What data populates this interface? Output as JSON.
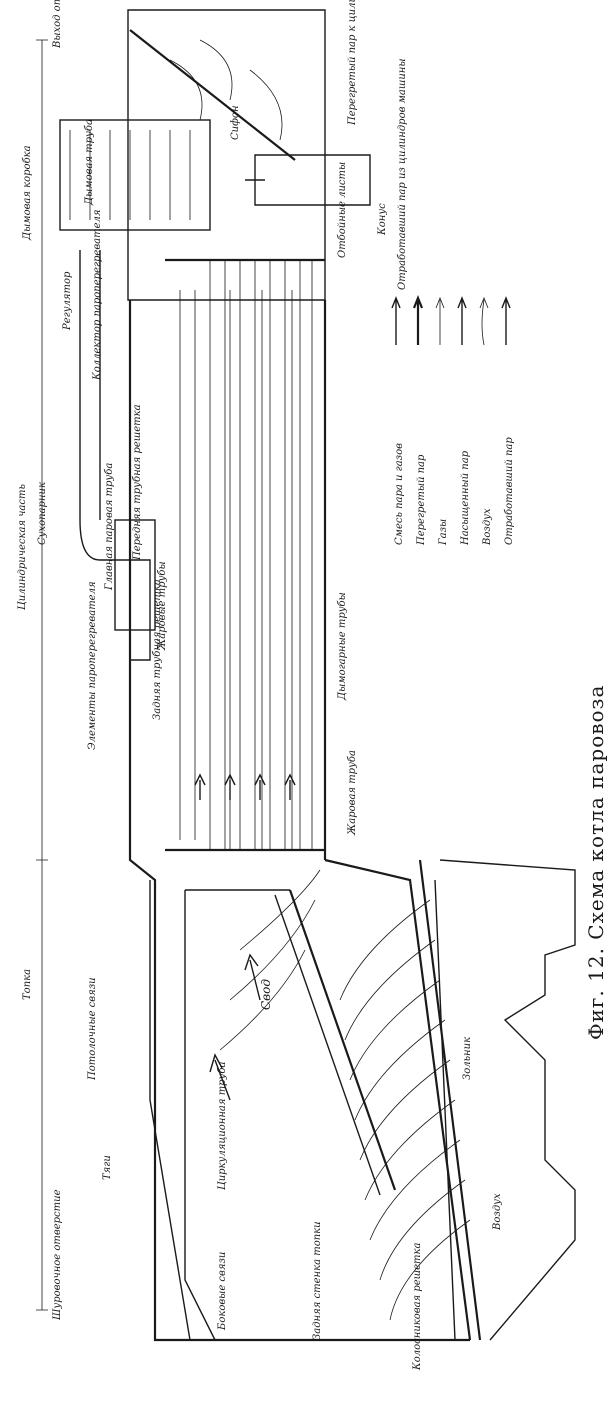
{
  "caption": "Фиг. 12. Схема котла паровоза",
  "labels": {
    "top_exhaust": "Выход отработанного пара",
    "smokebox_top": "Дымовая коробка",
    "chimney": "Дымовая труба",
    "siphon": "Сифон",
    "regulator": "Регулятор",
    "superheater_header": "Коллектор пароперегревателя",
    "to_cylinders": "Перегретый пар к цилиндрам машины",
    "deflector": "Отбойные листы",
    "cone": "Конус",
    "from_cylinders": "Отработавший пар из цилиндров машины",
    "boiler_barrel": "Цилиндрическая часть",
    "steam_dome": "Сухопарник",
    "steam_pipe": "Главная паровая труба",
    "superheater_elements": "Элементы пароперегревателя",
    "front_tube_sheet": "Передняя трубная решетка",
    "rear_tube_sheet": "Задняя трубная решетка",
    "big_tubes": "Жаровые трубы",
    "fire_tubes": "Дымогарные трубы",
    "flame_tube": "Жаровая труба",
    "firebox": "Топка",
    "crown_stays": "Потолочные связи",
    "arch": "Свод",
    "stays": "Тяги",
    "circulation_tube": "Циркуляционная труба",
    "side_stays": "Боковые связи",
    "firedoor": "Шуровочное отверстие",
    "backhead": "Задняя стенка топки",
    "grate": "Колосниковая решетка",
    "ashpan": "Зольник",
    "air": "Воздух"
  },
  "legend": [
    {
      "label": "Смесь пара и газов"
    },
    {
      "label": "Перегретый пар"
    },
    {
      "label": "Газы"
    },
    {
      "label": "Насыщенный пар"
    },
    {
      "label": "Воздух"
    },
    {
      "label": "Отработавший пар"
    }
  ]
}
